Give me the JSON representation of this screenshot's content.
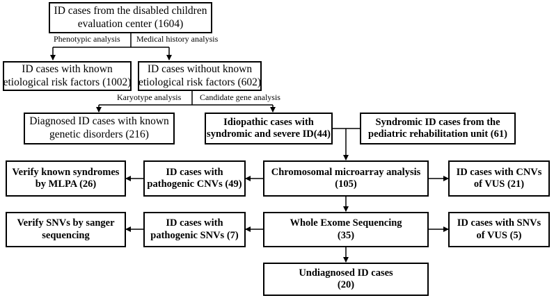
{
  "boxes": {
    "top": {
      "line1": "ID cases from the disabled children",
      "line2": "evaluation center (1604)"
    },
    "known_risk": {
      "line1": "ID cases with known",
      "line2": "etiological risk factors (1002)"
    },
    "without_risk": {
      "line1": "ID cases without known",
      "line2": "etiological risk factors (602)"
    },
    "diagnosed": {
      "line1": "Diagnosed ID cases with known",
      "line2": "genetic disorders (216)"
    },
    "idiopathic": {
      "line1": "Idiopathic cases with",
      "line2": "syndromic and severe ID(44)"
    },
    "syndromic_rehab": {
      "line1": "Syndromic ID cases from the",
      "line2": "pediatric rehabilitation unit (61)"
    },
    "cma": {
      "line1": "Chromosomal microarray analysis",
      "line2": "(105)"
    },
    "pathogenic_cnvs": {
      "line1": "ID cases with",
      "line2": "pathogenic CNVs (49)"
    },
    "mlpa": {
      "line1": "Verify known syndromes",
      "line2": "by MLPA (26)"
    },
    "cnv_vus": {
      "line1": "ID cases with CNVs",
      "line2": "of VUS (21)"
    },
    "wes": {
      "line1": "Whole Exome Sequencing",
      "line2": "(35)"
    },
    "pathogenic_snvs": {
      "line1": "ID cases with",
      "line2": "pathogenic SNVs (7)"
    },
    "sanger": {
      "line1": "Verify SNVs by sanger",
      "line2": "sequencing"
    },
    "snv_vus": {
      "line1": "ID cases with  SNVs",
      "line2": "of VUS (5)"
    },
    "undiagnosed": {
      "line1": "Undiagnosed ID cases",
      "line2": "(20)"
    }
  },
  "labels": {
    "phenotypic": "Phenotypic analysis",
    "medical_history": "Medical history analysis",
    "karyotype": "Karyotype analysis",
    "candidate_gene": "Candidate gene analysis"
  }
}
